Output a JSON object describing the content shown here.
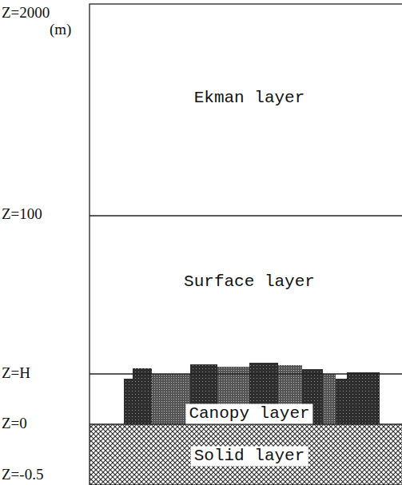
{
  "diagram": {
    "nodes": [
      {
        "text": [
          "Ekman layer"
        ]
      },
      {
        "text": [
          "Surface layer"
        ]
      },
      {
        "text": [
          "Canopy layer"
        ]
      },
      {
        "text": [
          "Solid layer"
        ]
      }
    ],
    "labels": [
      "Z=2000",
      "(m)",
      "Z=100",
      "Z=H",
      "Z=0",
      "Z=-0.5"
    ]
  }
}
